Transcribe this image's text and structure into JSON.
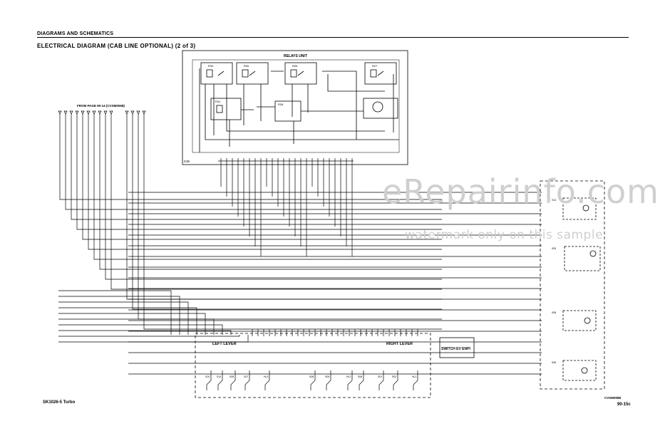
{
  "header": {
    "section": "DIAGRAMS AND SCHEMATICS",
    "title": "ELECTRICAL DIAGRAM (CAB LINE OPTIONAL) (2 of 3)"
  },
  "labels": {
    "relays_unit": "RELAYS UNIT",
    "from_page": "FROM PAGE 90-14 (CVSM0068)",
    "left_lever": "LEFT LEVER",
    "right_lever": "RIGHT LEVER",
    "switch_box": "SWITCH EV ENPI",
    "connector": "K36"
  },
  "relays": {
    "r33": "R33",
    "r30": "R30",
    "r26": "R26",
    "r27": "R27",
    "r31": "R31",
    "r28": "R28"
  },
  "left_switches": [
    "S10",
    "S14",
    "S05",
    "S07",
    "HL3"
  ],
  "right_switches": [
    "S08",
    "S09",
    "HL2",
    "S06",
    "S01",
    "S02",
    "HL1"
  ],
  "lamp_labels": [
    "S13",
    "S09",
    "S08",
    "S06"
  ],
  "footer": {
    "model": "SK1026-5 Turbo",
    "code": "CVSM0088",
    "page": "90-15c"
  },
  "watermark": {
    "main": "eRepairinfo.com",
    "sub": "watermark only on this sample"
  }
}
